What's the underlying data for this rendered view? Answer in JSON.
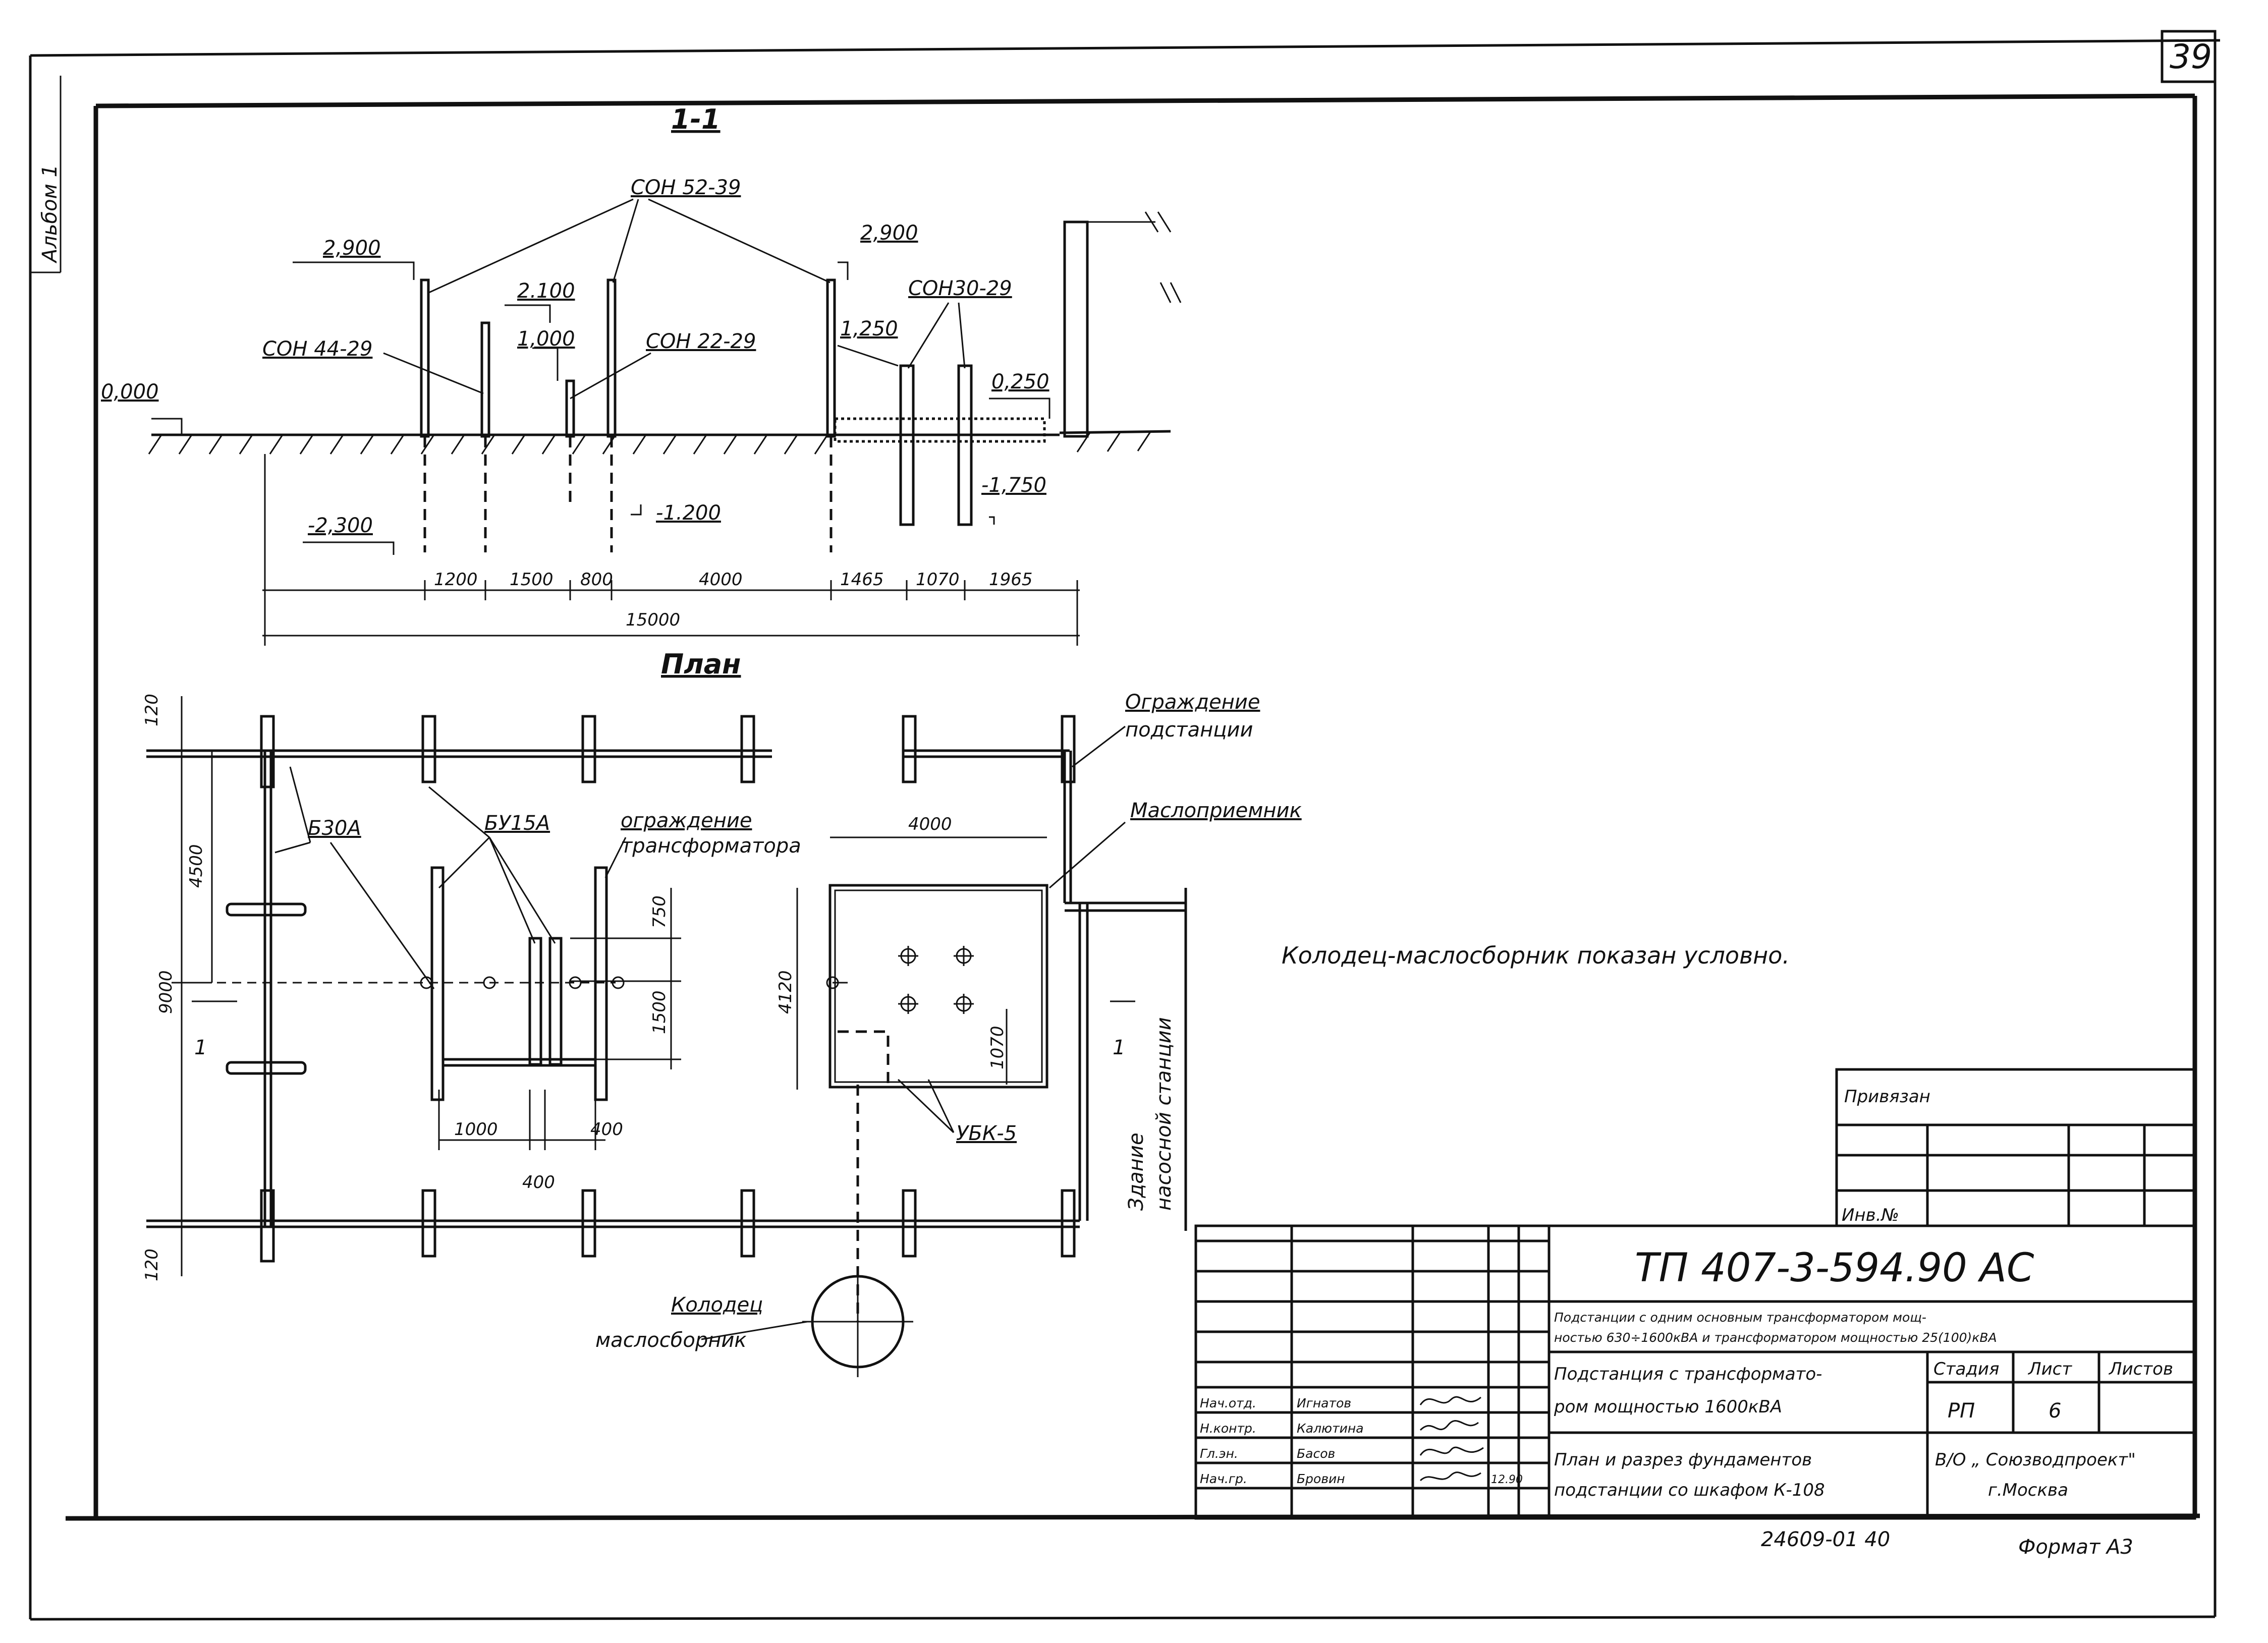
{
  "sheet": {
    "number": "39",
    "album": "Альбом 1",
    "format": "Формат А3",
    "inventory": "24609-01 40"
  },
  "section": {
    "title": "1-1",
    "labels": {
      "son52": "СОН 52-39",
      "son44": "СОН 44-29",
      "son22": "СОН 22-29",
      "son30": "СОН30-29"
    },
    "elevations": {
      "e2900_left": "2,900",
      "e2900_right": "2,900",
      "e2100": "2.100",
      "e1000": "1,000",
      "e0000": "0,000",
      "e1250": "1,250",
      "e0250": "0,250",
      "em2300": "-2,300",
      "em1200": "-1.200",
      "em1750": "-1,750"
    },
    "dims": [
      "1200",
      "1500",
      "800",
      "4000",
      "1465",
      "1070",
      "1965"
    ],
    "overall": "15000"
  },
  "plan": {
    "title": "План",
    "labels": {
      "b30a": "Б30А",
      "bu15a": "БУ15А",
      "fence_trafo_1": "ограждение",
      "fence_trafo_2": "трансформатора",
      "fence_sub_1": "Ограждение",
      "fence_sub_2": "подстанции",
      "oil_receiver": "Маслоприемник",
      "usk": "УБК-5",
      "well_1": "Колодец",
      "well_2": "маслосборник",
      "pump_1": "Здание",
      "pump_2": "насосной станции",
      "cut_mark": "1"
    },
    "dims": {
      "d120_top": "120",
      "d4500": "4500",
      "d9000": "9000",
      "d120_bottom": "120",
      "d750": "750",
      "d1500": "1500",
      "d1000": "1000",
      "d400_a": "400",
      "d400_b": "400",
      "d4000": "4000",
      "d4120": "4120",
      "d1070": "1070"
    }
  },
  "note": "Колодец-маслосборник показан условно.",
  "stamp": {
    "privyazan": "Привязан",
    "inv_no": "Инв.№",
    "doc_code": "ТП 407-3-594.90 АС",
    "project_desc_1": "Подстанции с одним основным трансформатором мощ-",
    "project_desc_2": "ностью 630÷1600кВА и трансформатором мощностью 25(100)кВА",
    "object_1": "Подстанция с трансформато-",
    "object_2": "ром мощностью 1600кВА",
    "stage_hdr": "Стадия",
    "sheet_hdr": "Лист",
    "sheets_hdr": "Листов",
    "stage": "РП",
    "sheet_no": "6",
    "drawing_1": "План и разрез фундаментов",
    "drawing_2": "подстанции со шкафом К-108",
    "org_1": "В/О „ Союзводпроект\"",
    "org_2": "г.Москва",
    "date": "12.90",
    "people": [
      {
        "role": "Нач.отд.",
        "name": "Игнатов"
      },
      {
        "role": "Н.контр.",
        "name": "Калютина"
      },
      {
        "role": "Гл.эн.",
        "name": "Басов"
      },
      {
        "role": "Нач.гр.",
        "name": "Бровин"
      }
    ]
  }
}
